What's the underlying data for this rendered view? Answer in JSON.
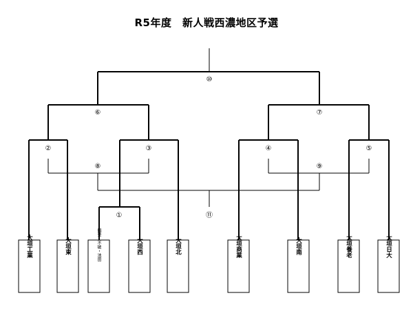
{
  "title": "R5年度　新人戦西濃地区予選",
  "teams": [
    "大垣工業",
    "大垣東",
    "揖斐・不破・池田",
    "大垣西",
    "大垣北",
    "大垣商業",
    "大垣南",
    "大垣養老",
    "大垣日大"
  ],
  "matches": {
    "m1": "①",
    "m2": "②",
    "m3": "③",
    "m4": "④",
    "m5": "⑤",
    "m6": "⑥",
    "m7": "⑦",
    "m8": "⑧",
    "m9": "⑨",
    "m10": "⑩",
    "m11": "⑪"
  }
}
